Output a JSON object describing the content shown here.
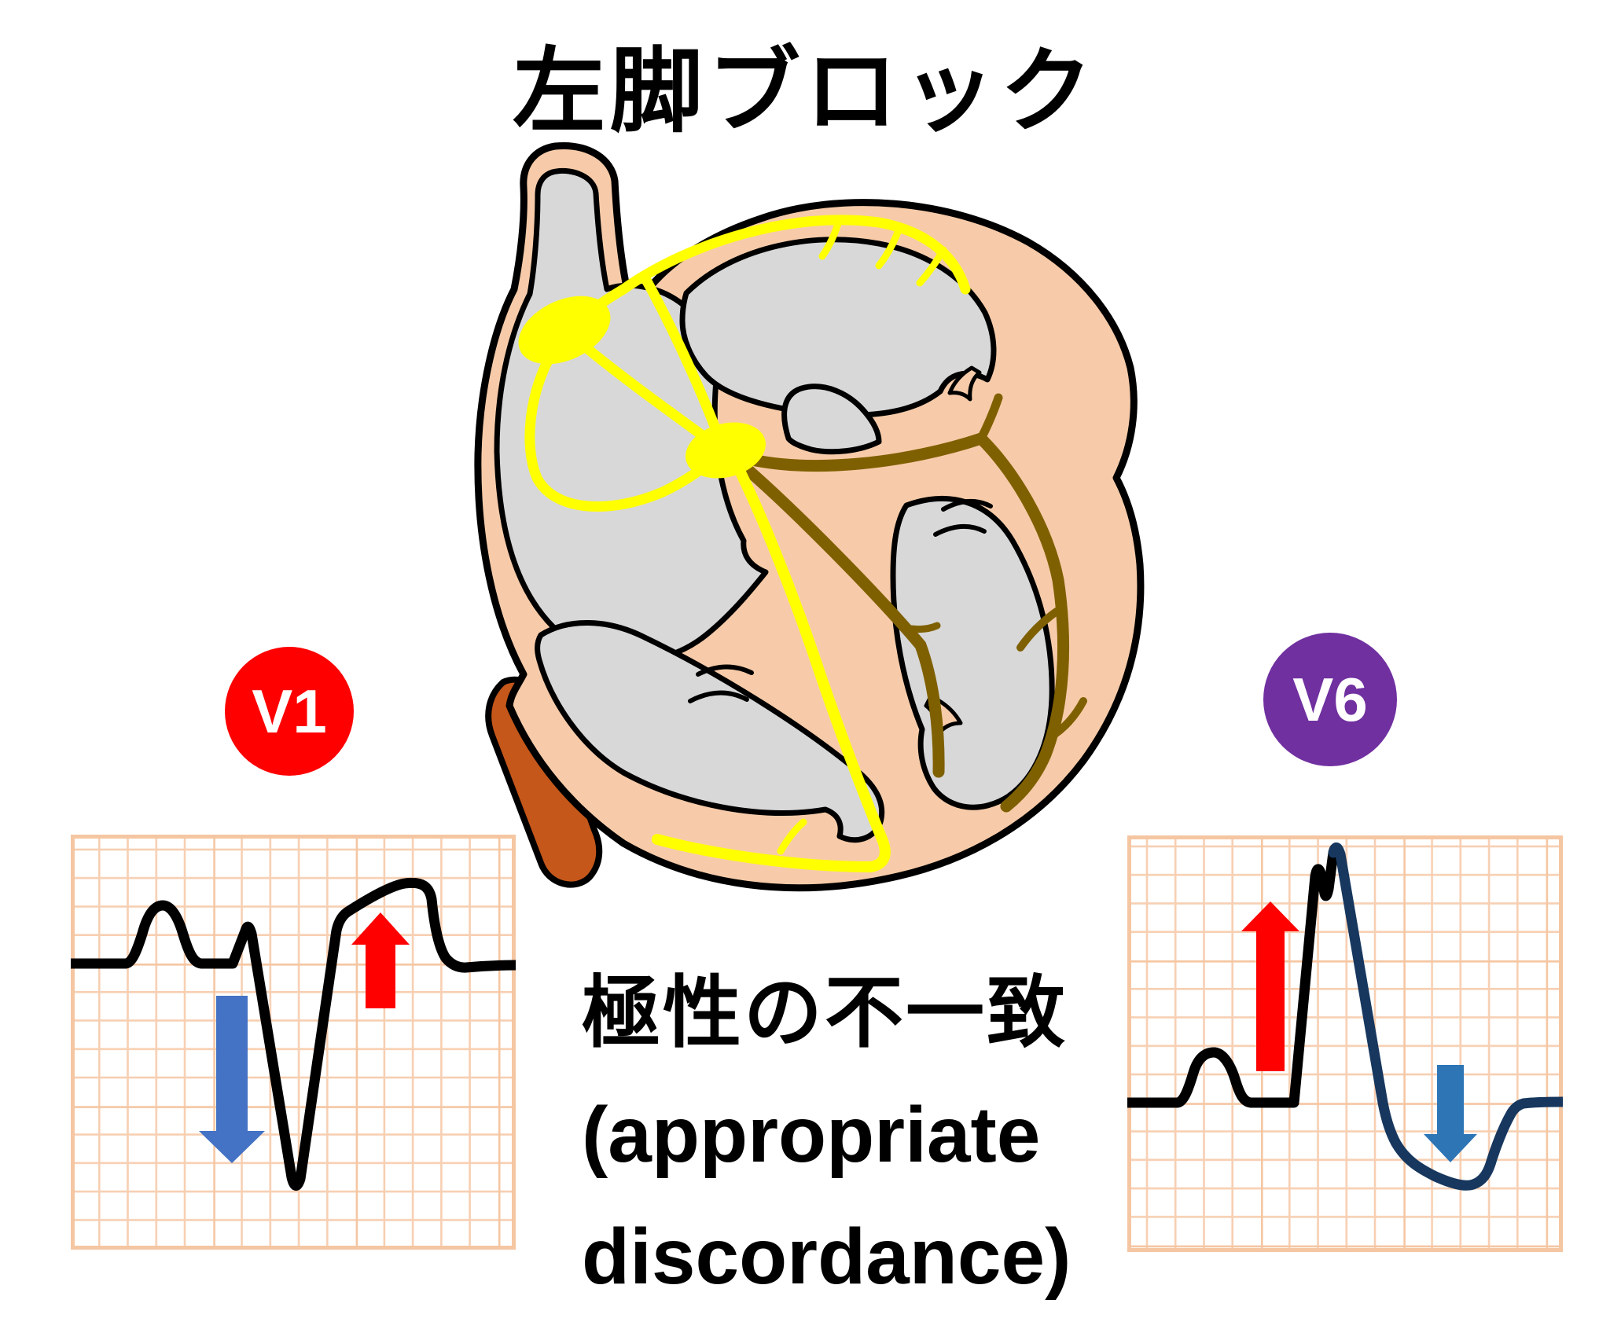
{
  "title": "左脚ブロック",
  "leads": {
    "v1": {
      "label": "V1",
      "badge_color": "#FE0000"
    },
    "v6": {
      "label": "V6",
      "badge_color": "#7030A0"
    }
  },
  "caption": {
    "line1": "極性の不一致",
    "line2": "(appropriate",
    "line3": "discordance)"
  },
  "heart": {
    "structures": [
      "superior-vena-cava",
      "right-atrium",
      "left-atrium",
      "right-ventricle",
      "left-ventricle",
      "inferior-vena-cava-stub",
      "sa-node",
      "av-node",
      "bachmann-bundle",
      "internodal-tracts",
      "right-bundle-branch",
      "left-bundle-branch-blocked"
    ],
    "colors": {
      "wall": "#F7CBA9",
      "chamber": "#D8D8D8",
      "outline": "#000000",
      "conduction_active": "#FFFF00",
      "conduction_blocked": "#7F6000",
      "vessel": "#C5571A"
    }
  },
  "ecg": {
    "grid_color": "#F7CFB2",
    "grid_major_color": "#F5C6A2",
    "v1": {
      "trace_color": "#000000",
      "morphology": "small P wave, deep negative QS complex, elevated discordant positive T wave",
      "qrs_polarity": "negative",
      "st_t_polarity": "positive",
      "arrows": {
        "qrs": "down-arrow-icon",
        "st_t": "up-arrow-icon"
      },
      "arrow_colors": {
        "qrs": "#4472C4",
        "st_t": "#FF0000"
      }
    },
    "v6": {
      "trace_color": "#17375E",
      "morphology": "small P wave, tall notched positive R wave, depressed discordant negative T wave",
      "qrs_polarity": "positive",
      "st_t_polarity": "negative",
      "arrows": {
        "qrs": "up-arrow-icon",
        "st_t": "down-arrow-icon"
      },
      "arrow_colors": {
        "qrs": "#FF0000",
        "st_t": "#2E75B6"
      }
    }
  }
}
